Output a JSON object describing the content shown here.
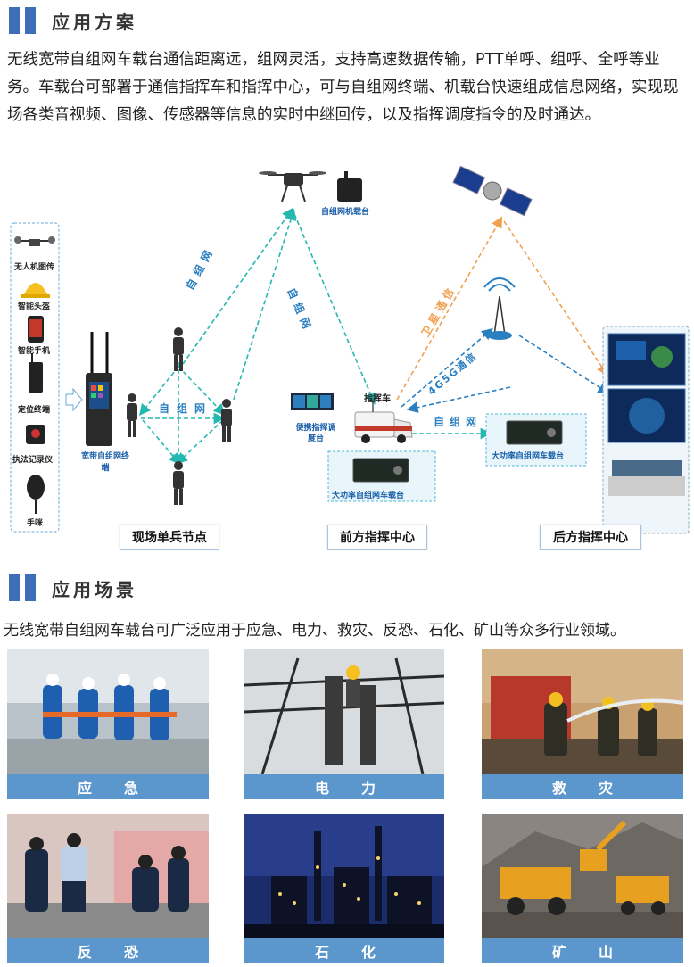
{
  "section1": {
    "title": "应用方案",
    "paragraph": "无线宽带自组网车载台通信距离远，组网灵活，支持高速数据传输，PTT单呼、组呼、全呼等业务。车载台可部署于通信指挥车和指挥中心，可与自组网终端、机载台快速组成信息网络，实现现场各类音视频、图像、传感器等信息的实时中继回传，以及指挥调度指令的及时通达。"
  },
  "diagram": {
    "devices": [
      "无人机图传",
      "智能头盔",
      "智能手机",
      "定位终端",
      "执法记录仪",
      "手咪"
    ],
    "terminal_label": "宽带自组网终端",
    "airborne_label": "自组网机载台",
    "command_vehicle_label": "指挥车",
    "portable_console_label": "便携指挥调度台",
    "vehicle_station_front": "大功率自组网车载台",
    "vehicle_station_rear": "大功率自组网车载台",
    "link_adhoc": "自组网",
    "link_satellite": "卫星通信",
    "link_4g5g": "4G5G通信",
    "zones": [
      "现场单兵节点",
      "前方指挥中心",
      "后方指挥中心"
    ],
    "colors": {
      "adhoc_link": "#25b8b0",
      "satellite_link": "#f0a050",
      "cellular_link": "#2a7fc0"
    }
  },
  "section2": {
    "title": "应用场景",
    "paragraph": "无线宽带自组网车载台可广泛应用于应急、电力、救灾、反恐、石化、矿山等众多行业领域。"
  },
  "scenes": [
    "应急",
    "电力",
    "救灾",
    "反恐",
    "石化",
    "矿山"
  ]
}
